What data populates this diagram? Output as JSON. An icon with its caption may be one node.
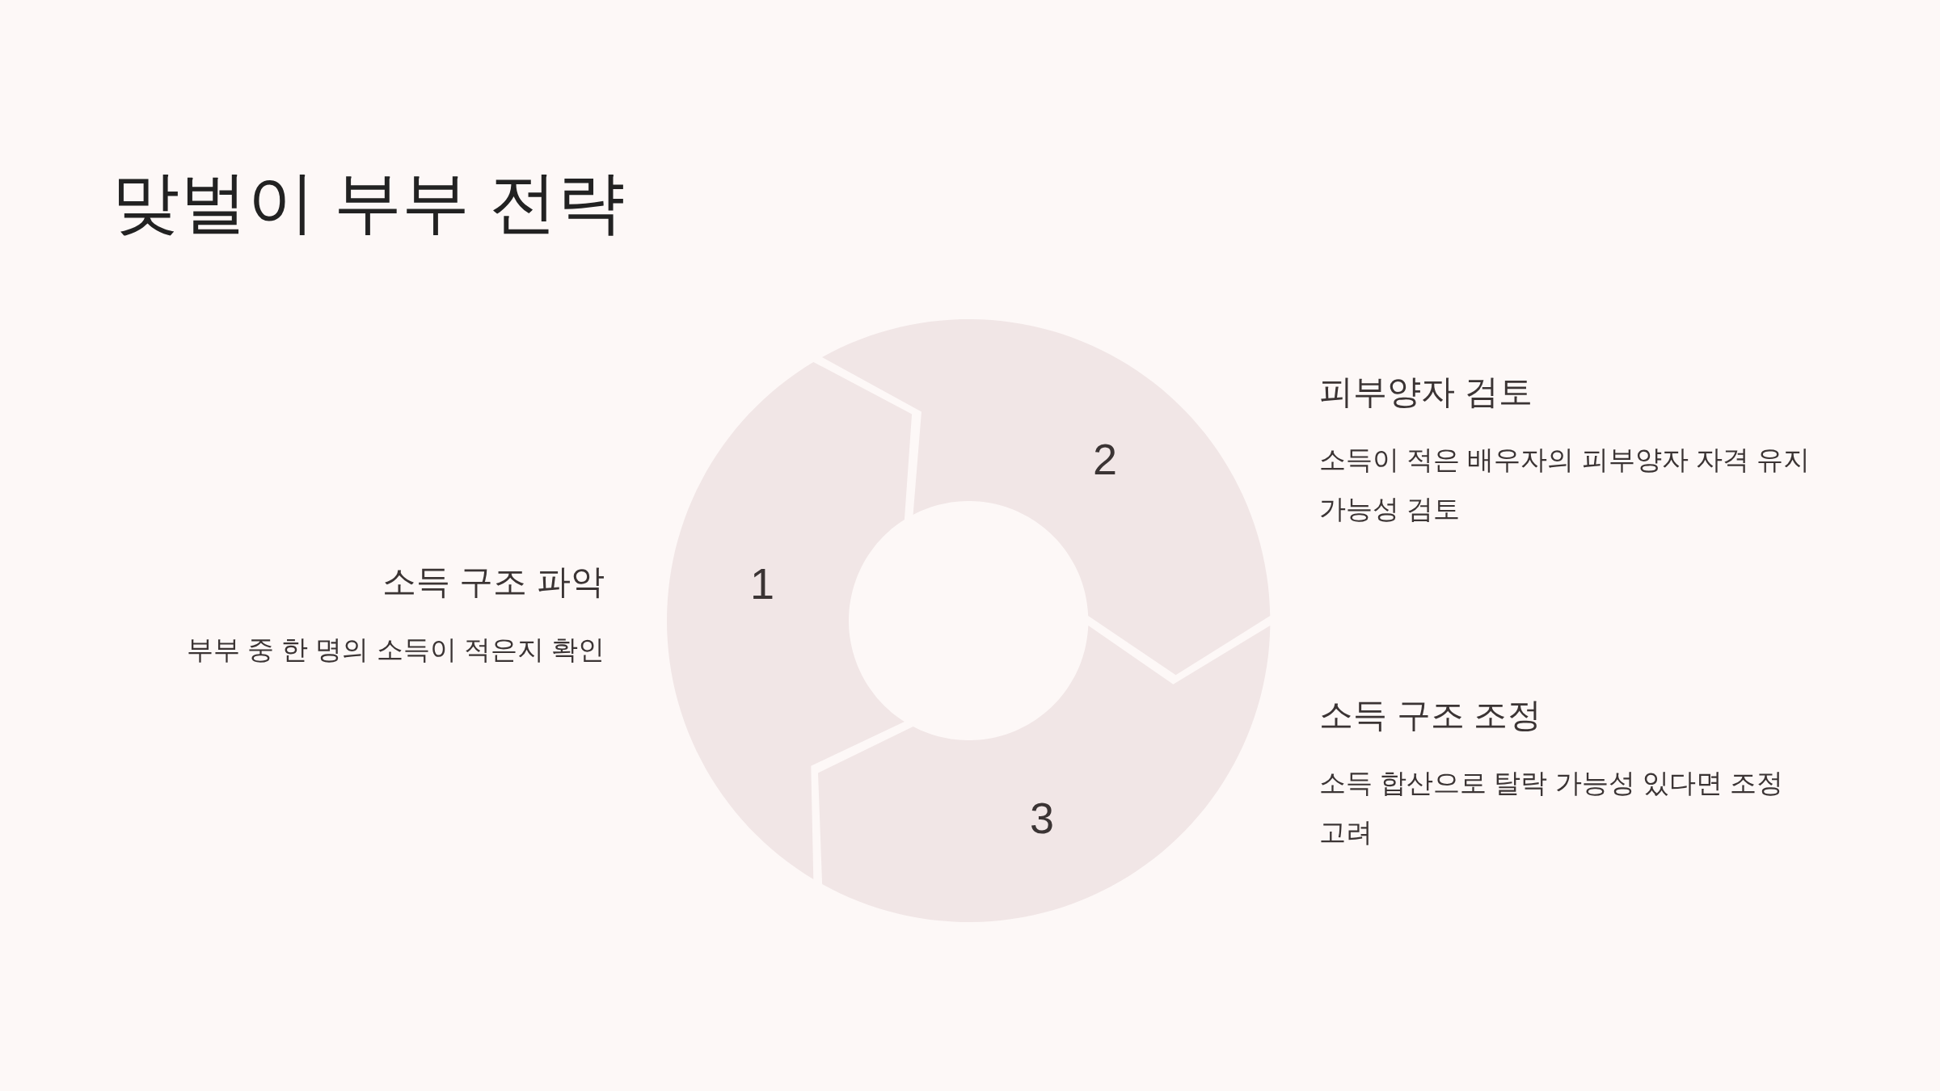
{
  "diagram": {
    "title": "맞벌이 부부 전략",
    "nodes": [
      {
        "text": [
          "1"
        ],
        "beside": [
          "소득 구조 파악",
          "부부 중 한 명의 소득이 적은지 확인"
        ]
      },
      {
        "text": [
          "2"
        ],
        "beside": [
          "피부양자 검토",
          "소득이 적은 배우자의 피부양자 자격 유지 가능성 검토"
        ]
      },
      {
        "text": [
          "3"
        ],
        "beside": [
          "소득 구조 조정",
          "소득 합산으로 탈락 가능성 있다면 조정 고려"
        ]
      }
    ]
  }
}
